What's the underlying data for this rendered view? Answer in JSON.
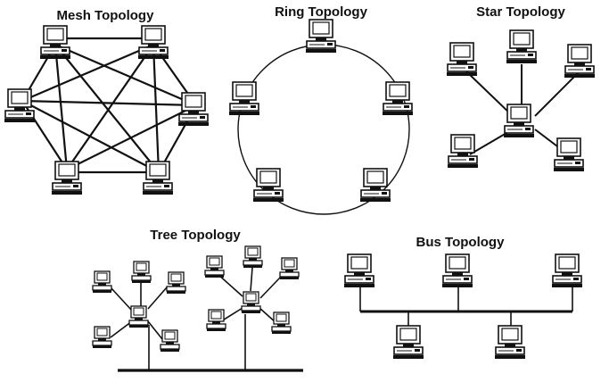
{
  "diagram": {
    "mesh": {
      "title": "Mesh Topology"
    },
    "ring": {
      "title": "Ring Topology"
    },
    "star": {
      "title": "Star Topology"
    },
    "tree": {
      "title": "Tree Topology"
    },
    "bus": {
      "title": "Bus Topology"
    }
  }
}
